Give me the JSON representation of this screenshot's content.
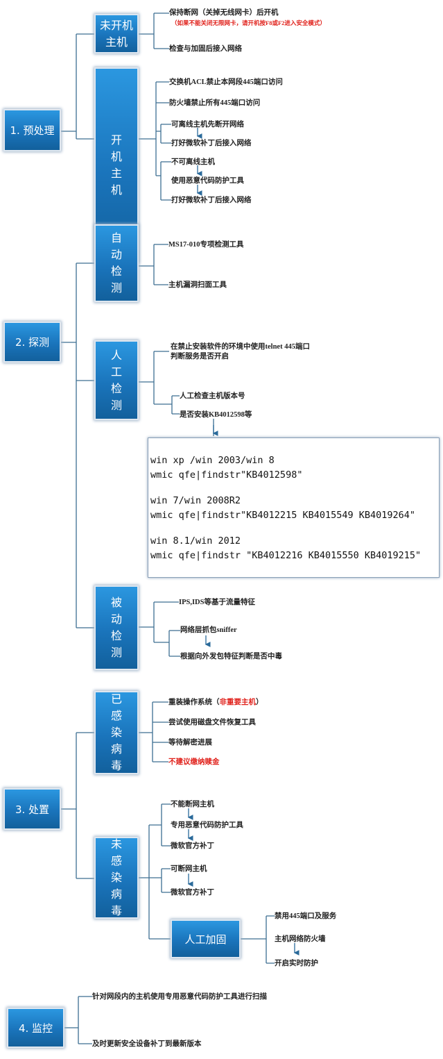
{
  "colors": {
    "box": "#1a74bb",
    "line": "#3c6e91",
    "warning": "#e0201a"
  },
  "s1": {
    "title": "1. 预处理",
    "off": {
      "label": "未开机主机",
      "l1": "保持断网（关掉无线网卡）后开机",
      "l1note": "（如果不能关闭无限网卡，请开机按F8或F2进入安全模式）",
      "l2": "检查与加固后接入网络"
    },
    "on": {
      "label": "开机主机",
      "a": "交换机ACL禁止本网段445端口访问",
      "b": "防火墙禁止所有445端口访问",
      "c1": "可离线主机先断开网络",
      "c2": "打好微软补丁后接入网络",
      "d1": "不可离线主机",
      "d2": "使用恶意代码防护工具",
      "d3": "打好微软补丁后接入网络"
    }
  },
  "s2": {
    "title": "2. 探测",
    "auto": {
      "label": "自动检测",
      "a": "MS17-010专项检测工具",
      "b": "主机漏洞扫面工具"
    },
    "manual": {
      "label": "人工检测",
      "a1": "在禁止安装软件的环境中使用telnet 445端口",
      "a2": "判断服务是否开启",
      "b1": "人工检查主机版本号",
      "b2": "是否安装KB4012598等",
      "code": [
        "win xp /win 2003/win 8",
        "wmic qfe|findstr\"KB4012598\"",
        "win 7/win 2008R2",
        "wmic qfe|findstr\"KB4012215 KB4015549 KB4019264\"",
        "win 8.1/win 2012",
        "wmic qfe|findstr \"KB4012216 KB4015550 KB4019215\""
      ]
    },
    "passive": {
      "label": "被动检测",
      "a": "IPS,IDS等基于流量特征",
      "b1": "网络层抓包sniffer",
      "b2": "根据向外发包特征判断是否中毒"
    }
  },
  "s3": {
    "title": "3. 处置",
    "infected": {
      "label": "已感染病毒",
      "a": "重装操作系统（",
      "a_red": "非重要主机",
      "a_end": "）",
      "b": "尝试使用磁盘文件恢复工具",
      "c": "等待解密进展",
      "d": "不建议缴纳赎金"
    },
    "clean": {
      "label": "未感染病毒",
      "a1": "不能断网主机",
      "a2": "专用恶意代码防护工具",
      "a3": "微软官方补丁",
      "b1": "可断网主机",
      "b2": "微软官方补丁",
      "harden": {
        "label": "人工加固",
        "a": "禁用445端口及服务",
        "b1": "主机网络防火墙",
        "b2": "开启实时防护"
      }
    }
  },
  "s4": {
    "title": "4. 监控",
    "a": "针对网段内的主机使用专用恶意代码防护工具进行扫描",
    "b": "及时更新安全设备补丁到最新版本"
  }
}
